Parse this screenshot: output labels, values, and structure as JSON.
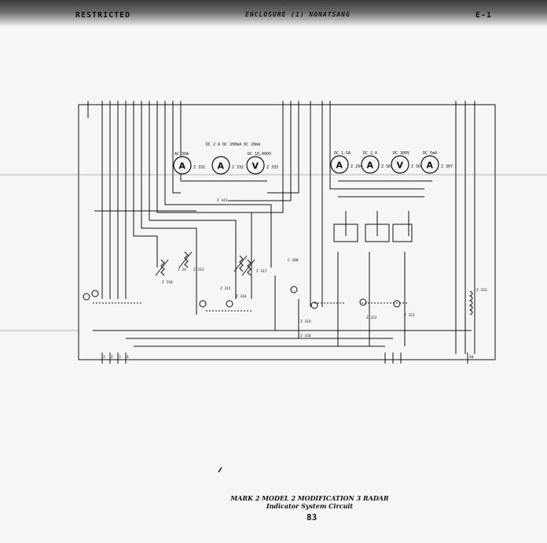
{
  "header": {
    "left": "RESTRICTED",
    "middle": "ENCLOSURE (1) NONATSANG",
    "right": "E-1"
  },
  "caption": {
    "line1": "MARK 2 MODEL 2 MODIFICATION 3 RADAR",
    "line2": "Indicator System Circuit",
    "page_number": "83"
  },
  "meters": [
    {
      "glyph": "A",
      "rating": "AC 30A",
      "ref": "Z 331"
    },
    {
      "glyph": "A",
      "rating": "DC 2 A DC 200mA DC 20mA",
      "ref": "Z 332"
    },
    {
      "glyph": "V",
      "rating": "DC 10,000V",
      "ref": "Z 333"
    },
    {
      "glyph": "A",
      "rating": "DC 1.5A",
      "ref": "Z 294"
    },
    {
      "glyph": "A",
      "rating": "DC 2 A",
      "ref": "Z 303"
    },
    {
      "glyph": "V",
      "rating": "DC 300V",
      "ref": "Z 304"
    },
    {
      "glyph": "A",
      "rating": "DC 5mA",
      "ref": "Z 307"
    }
  ],
  "bottom_terminals": [
    "1",
    "2",
    "3",
    "4",
    "48"
  ],
  "component_refs": [
    "Z 310",
    "Z 24",
    "Z 312",
    "Z 315",
    "Z 316",
    "Z 317",
    "C 208",
    "Z 319",
    "Z 320",
    "Z 322",
    "Z 323",
    "Z 341",
    "Z 333"
  ]
}
